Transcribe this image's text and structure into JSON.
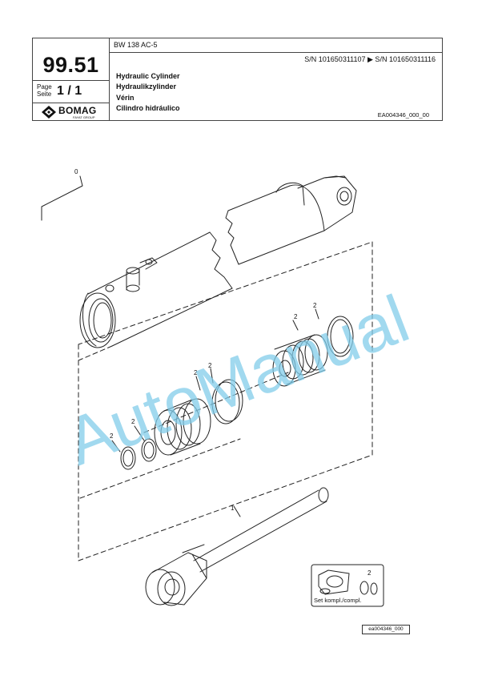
{
  "header": {
    "page_code": "99.51",
    "page_label_1": "Page",
    "page_label_2": "Seite",
    "page_number": "1 / 1",
    "logo_text": "BOMAG",
    "logo_sub": "FAYAT GROUP",
    "model": "BW 138 AC-5",
    "serial_range": "S/N 101650311107  ▶  S/N 101650311116",
    "titles": [
      "Hydraulic Cylinder",
      "Hydraulikzylinder",
      "Vérin",
      "Cilindro hidráulico"
    ],
    "doc_id": "EA004346_000_00"
  },
  "callouts": {
    "assembly": "0",
    "piston_rod": "1",
    "seal_a": "2",
    "seal_b": "2",
    "seal_c": "2",
    "seal_d": "2",
    "seal_e": "2",
    "seal_f": "2",
    "kit": "2"
  },
  "kit_label": "Set kompl./compl.",
  "figure_ref": "ea004346_000",
  "watermark": "AutoManual"
}
